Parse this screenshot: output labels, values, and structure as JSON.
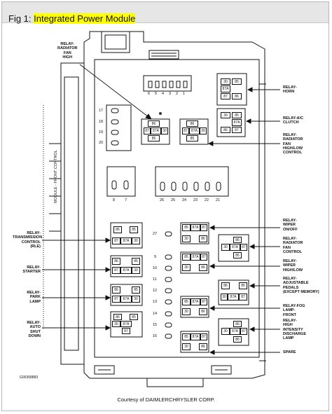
{
  "title": {
    "prefix": "Fig 1: ",
    "highlight": "Integrated Power Module"
  },
  "side_label": "MODULE - FRONT CONTROL",
  "code": "G00358883",
  "footer": "Courtesy of DAIMLERCHRYSLER CORP.",
  "top_fuse_numbers": [
    "6",
    "5",
    "4",
    "3",
    "2",
    "1"
  ],
  "left_fuse_numbers": [
    "17",
    "18",
    "19",
    "20"
  ],
  "pair_fuse_numbers": [
    "8",
    "7"
  ],
  "row_fuse_numbers": [
    "26",
    "25",
    "24",
    "23",
    "22",
    "21"
  ],
  "col_fuse_numbers": [
    "27",
    "9",
    "10",
    "11",
    "12",
    "13",
    "14",
    "15",
    "16"
  ],
  "labels": {
    "radiator_fan_high": "RELAY-\nRADIATOR\nFAN\nHIGH",
    "horn": "RELAY-\nHORN",
    "ac_clutch": "RELAY-A/C\nCLUTCH",
    "radiator_fan_high_low_control": "RELAY-\nRADIATOR\nFAN\nHIGH/LOW\nCONTROL",
    "wiper_on_off": "RELAY-\nWIPER\nON/OFF",
    "radiator_fan_control": "RELAY-\nRADIATOR\nFAN\nCONTROL",
    "wiper_high_low": "RELAY-\nWIPER\nHIGH/LOW",
    "adjustable_pedals": "RELAY-\nADJUSTABLE\nPEDALS\n(EXCEPT MEMORY)",
    "fog_lamp_front": "RELAY-FOG\nLAMP-\nFRONT",
    "hid_lamp": "RELAY-\nHIGH\nINTENSITY\nDISCHARGE\nLAMP",
    "spare": "SPARE",
    "transmission_control": "RELAY-\nTRANSMISSION\nCONTROL\n(RLE)",
    "starter": "RELAY-\nSTARTER",
    "park_lamp": "RELAY-\nPARK\nLAMP",
    "auto_shut_down": "RELAY-\nAUTO\nSHUT\nDOWN"
  },
  "pins": {
    "p85": "85",
    "p86": "86",
    "p87": "87",
    "p87a": "87A",
    "p30": "30"
  }
}
